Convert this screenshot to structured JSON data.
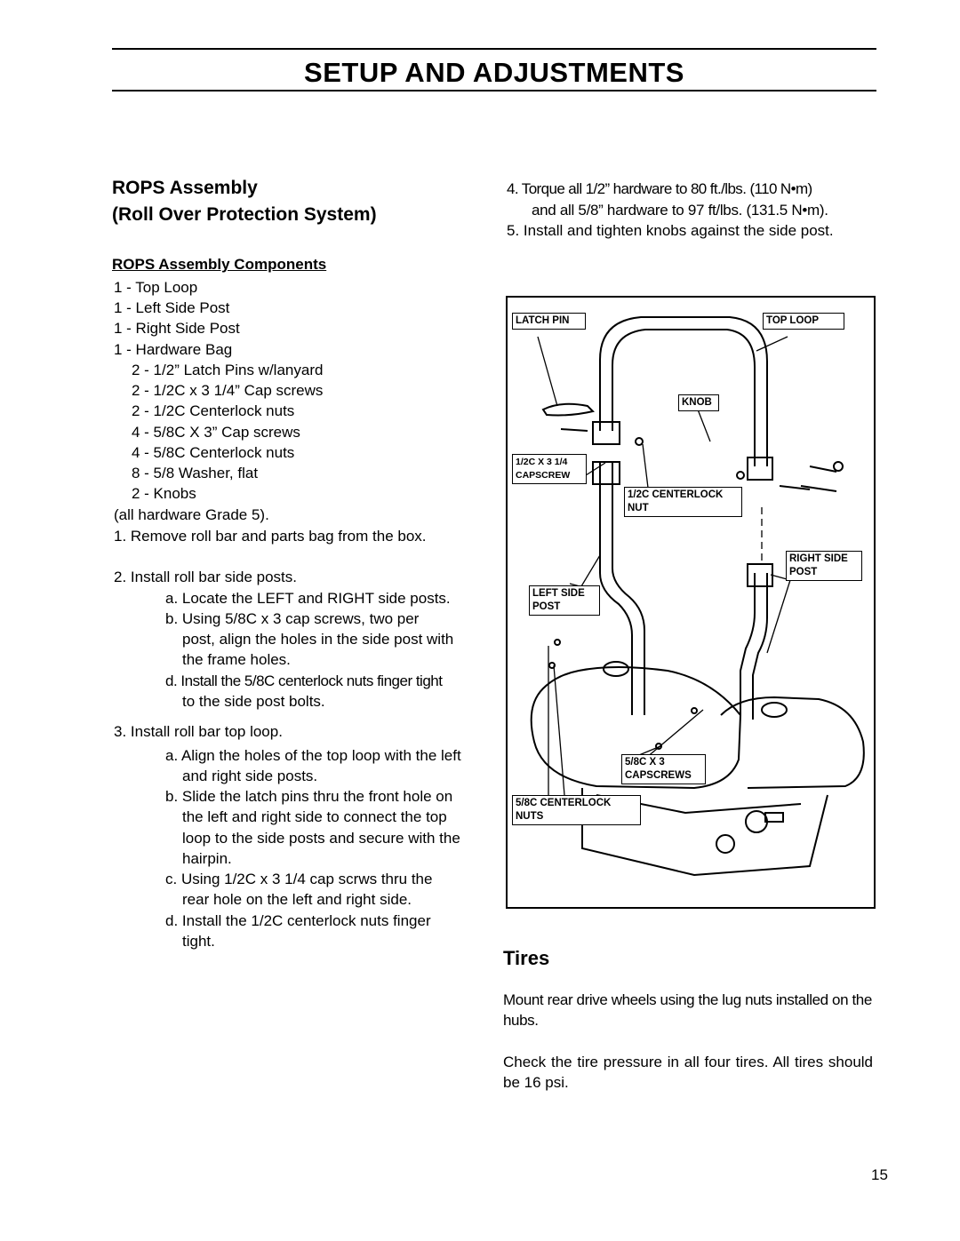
{
  "header": {
    "title": "SETUP AND ADJUSTMENTS"
  },
  "rops": {
    "heading_line1": "ROPS Assembly",
    "heading_line2": "(Roll Over Protection System)",
    "components_heading": "ROPS Assembly Components",
    "components": [
      "1 - Top Loop",
      "1 - Left Side Post",
      "1 - Right Side Post",
      "1 - Hardware Bag",
      "2 - 1/2” Latch Pins w/lanyard",
      "2 - 1/2C x 3 1/4” Cap screws",
      "2 - 1/2C Centerlock nuts",
      "4 - 5/8C X 3” Cap screws",
      "4 - 5/8C Centerlock nuts",
      "8 - 5/8 Washer, flat",
      "2 -  Knobs",
      "(all hardware Grade 5)."
    ],
    "steps": {
      "s1": "1.  Remove roll bar and parts bag from the box.",
      "s2": "2.  Install roll bar side posts.",
      "s2a": "a.  Locate the LEFT and RIGHT side posts.",
      "s2b_1": "b.  Using 5/8C x 3  cap screws, two per",
      "s2b_2": "post, align the holes in the side post with",
      "s2b_3": "the frame holes.",
      "s2d_1": "d.  Install the 5/8C centerlock nuts finger tight",
      "s2d_2": "to the side post bolts.",
      "s3": "3.  Install roll bar top loop.",
      "s3a_1": "a.  Align the holes of the top loop with the left",
      "s3a_2": "and right side posts.",
      "s3b_1": "b.  Slide the latch pins thru the front hole on",
      "s3b_2": "the left and right side to connect the top",
      "s3b_3": "loop to the side posts and secure with the",
      "s3b_4": "hairpin.",
      "s3c_1": "c.  Using 1/2C x 3 1/4 cap scrws thru the",
      "s3c_2": "rear hole on the left and right side.",
      "s3d_1": "d.  Install the 1/2C centerlock nuts finger",
      "s3d_2": "tight.",
      "s4_1": "4.  Torque all 1/2” hardware to 80 ft./lbs. (110 N•m)",
      "s4_2": "and all 5/8” hardware to 97 ft/lbs. (131.5 N•m).",
      "s5": "5.  Install and tighten knobs against the side post."
    }
  },
  "figure": {
    "labels": {
      "latch_pin": "LATCH PIN",
      "top_loop": "TOP LOOP",
      "knob": "KNOB",
      "capscrew_1": "1/2C X 3 1/4",
      "capscrew_2": "CAPSCREW",
      "centerlock_1": "1/2C CENTERLOCK",
      "centerlock_2": "NUT",
      "right_post_1": "RIGHT SIDE",
      "right_post_2": "POST",
      "left_post_1": "LEFT SIDE",
      "left_post_2": "POST",
      "capscrews58_1": "5/8C X 3",
      "capscrews58_2": "CAPSCREWS",
      "nuts58_1": "5/8C CENTERLOCK",
      "nuts58_2": "NUTS"
    }
  },
  "tires": {
    "heading": "Tires",
    "p1": "Mount rear drive wheels using the lug nuts installed on the hubs.",
    "p2": "Check the tire pressure in all four tires. All tires should be 16 psi."
  },
  "footer": {
    "page_number": "15"
  }
}
